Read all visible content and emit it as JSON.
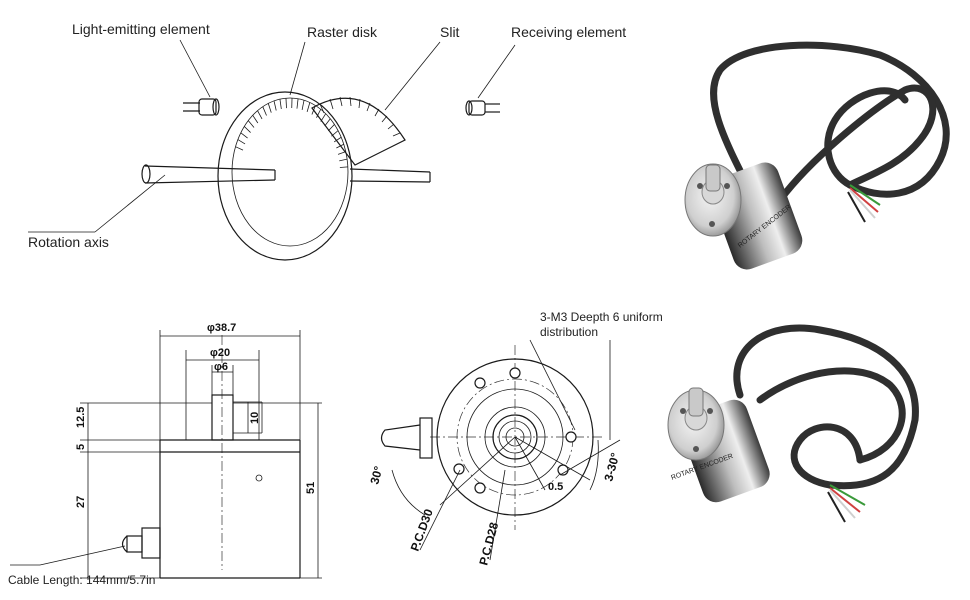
{
  "principle": {
    "light_emitting_element": "Light-emitting element",
    "raster_disk": "Raster disk",
    "slit": "Slit",
    "receiving_element": "Receiving element",
    "rotation_axis": "Rotation axis"
  },
  "side_view": {
    "d38_7": "φ38.7",
    "d20": "φ20",
    "d6": "φ6",
    "h12_5": "12.5",
    "h5": "5",
    "h27": "27",
    "h10": "10",
    "h51": "51",
    "cable_length": "Cable Length: 144mm/5.7in"
  },
  "front_view": {
    "mounting_note_line1": "3-M3 Deepth 6 uniform",
    "mounting_note_line2": "distribution",
    "angle_30": "30°",
    "angle_3x30": "3-30°",
    "d0_5": "0.5",
    "pcd30": "P.C.D30",
    "pcd28": "P.C.D28"
  },
  "product_photos": {
    "encoder_label": "ROTARY ENCODER"
  }
}
